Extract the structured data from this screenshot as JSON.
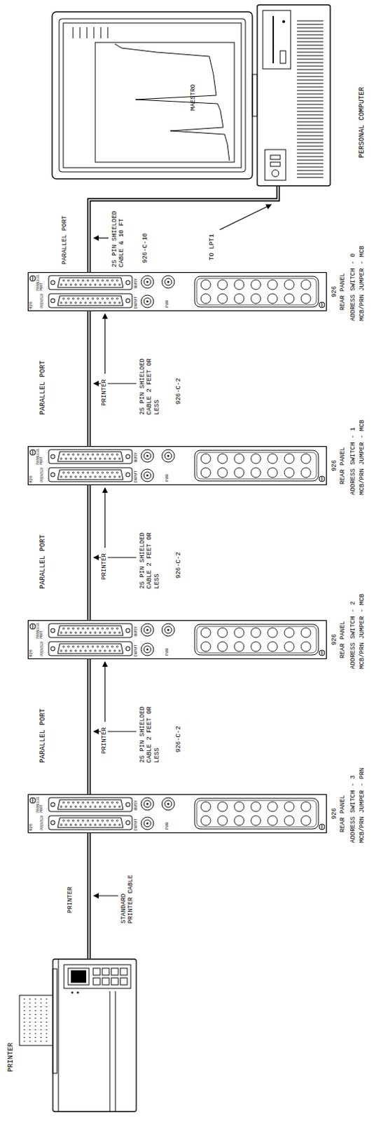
{
  "diagram": {
    "nodes": [
      {
        "text": [
          "PRINTER"
        ]
      },
      {
        "text": [
          "926",
          "PARALLEL PORT",
          "PRINTER",
          "INPUT",
          "PUR",
          "BUSY",
          "926",
          "REAR PANEL",
          "ADDRESS SWITCH - 3",
          "MCB/PRN JUMPER - PRN"
        ]
      },
      {
        "text": [
          "926",
          "PARALLEL PORT",
          "PRINTER",
          "INPUT",
          "PUR",
          "BUSY",
          "926",
          "REAR PANEL",
          "ADDRESS SWITCH - 2",
          "MCB/PRN JUMPER - MCB"
        ]
      },
      {
        "text": [
          "926",
          "PARALLEL PORT",
          "PRINTER",
          "INPUT",
          "PUR",
          "BUSY",
          "926",
          "REAR PANEL",
          "ADDRESS SWITCH - 1",
          "MCB/PRN JUMPER - MCB"
        ]
      },
      {
        "text": [
          "926",
          "PARALLEL PORT",
          "PRINTER",
          "INPUT",
          "PUR",
          "BUSY",
          "926",
          "REAR PANEL",
          "ADDRESS SWITCH - 0",
          "MCB/PRN JUMPER - MCB"
        ]
      },
      {
        "text": [
          "MAESTRO",
          "PERSONAL COMPUTER"
        ]
      }
    ],
    "edges": [
      {
        "from": 0,
        "to": 1,
        "arrow": "none"
      },
      {
        "from": 1,
        "to": 2,
        "arrow": "none"
      },
      {
        "from": 2,
        "to": 3,
        "arrow": "none"
      },
      {
        "from": 3,
        "to": 4,
        "arrow": "none"
      },
      {
        "from": 4,
        "to": 5,
        "arrow": "none"
      }
    ],
    "labels": [
      "PRINTER",
      "STANDARD PRINTER CABLE",
      "PARALLEL PORT",
      "PRINTER",
      "25 PIN SHIELDED CABLE 2 FEET OR LESS",
      "926-C-2",
      "PARALLEL PORT",
      "PRINTER",
      "25 PIN SHIELDED CABLE 2 FEET OR LESS",
      "926-C-2",
      "PARALLEL PORT",
      "PRINTER",
      "25 PIN SHIELDED CABLE 2 FEET OR LESS",
      "926-C-2",
      "PARALLEL PORT",
      "25 PIN SHIELDED CABLE & 10 FT",
      "926-C-10",
      "TO LPT1"
    ]
  }
}
